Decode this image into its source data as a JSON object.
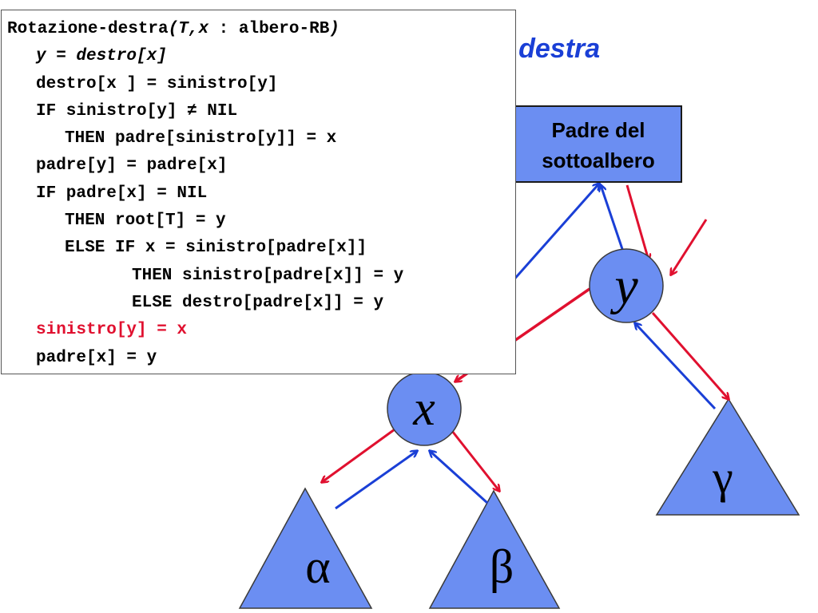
{
  "slide": {
    "title": "ne destra"
  },
  "code": {
    "signature": {
      "name": "Rotazione-destra",
      "params": "(T,x",
      "sep": " : ",
      "type": "albero-RB",
      "close": ")"
    },
    "lines": [
      "y = destro[x]",
      "destro[x ] = sinistro[y]",
      "IF sinistro[y] ≠ NIL",
      "THEN padre[sinistro[y]] = x",
      "padre[y] = padre[x]",
      "IF padre[x] = NIL",
      "THEN root[T] = y",
      "ELSE IF x = sinistro[padre[x]]",
      "THEN sinistro[padre[x]] = y",
      "ELSE destro[padre[x]] = y",
      "sinistro[y] = x",
      "padre[x] = y"
    ]
  },
  "tree": {
    "parent_box": {
      "line1": "Padre del",
      "line2": "sottoalbero"
    },
    "nodes": {
      "x": "x",
      "y": "y"
    },
    "subtrees": {
      "alpha": "α",
      "beta": "β",
      "gamma": "γ"
    }
  },
  "colors": {
    "node_fill": "#6b8ef2",
    "blue_arrow": "#1a3fd6",
    "red_arrow": "#e0102f",
    "title": "#1a3fd6"
  }
}
